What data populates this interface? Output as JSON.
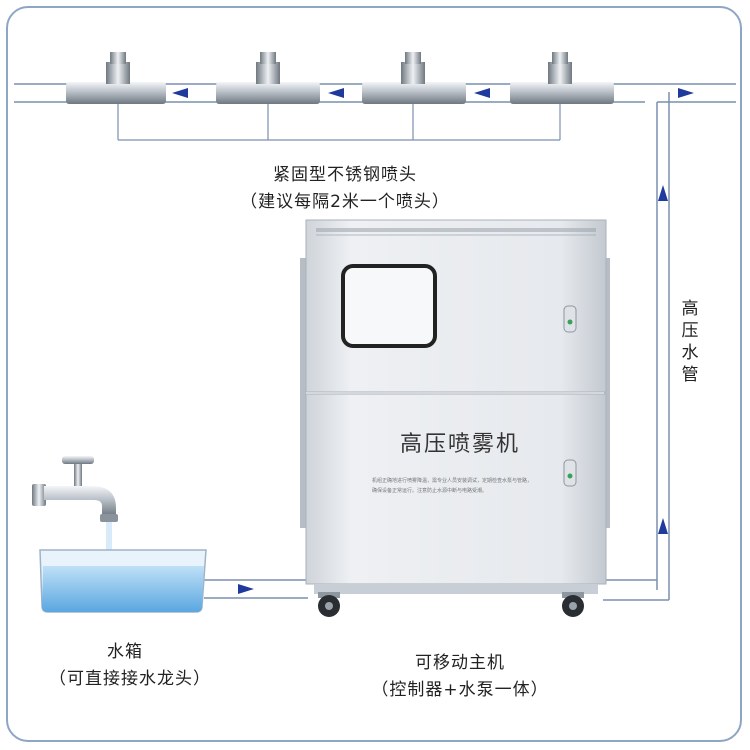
{
  "labels": {
    "nozzle_title": "紧固型不锈钢喷头",
    "nozzle_note": "（建议每隔2米一个喷头）",
    "tank_title": "水箱",
    "tank_note": "（可直接接水龙头）",
    "host_title": "可移动主机",
    "host_note": "（控制器+水泵一体）",
    "pipe_label": "高压水管",
    "machine_name": "高压喷雾机"
  },
  "machine_note": "机组正确地进行喷雾降温，需专业人员安装调试，定期检查水泵与管路，确保设备正常运行。注意防止水源中断与电路受潮。",
  "colors": {
    "frame": "#8fa5c4",
    "pipe": "#7a8fb0",
    "arrow": "#1e3a9c",
    "cabinet": "#e9ebee",
    "water": "#8ec5ee"
  },
  "icons": [
    "faucet-icon",
    "nozzle-icon",
    "flow-arrow-icon",
    "caster-wheel-icon",
    "handle-icon"
  ]
}
